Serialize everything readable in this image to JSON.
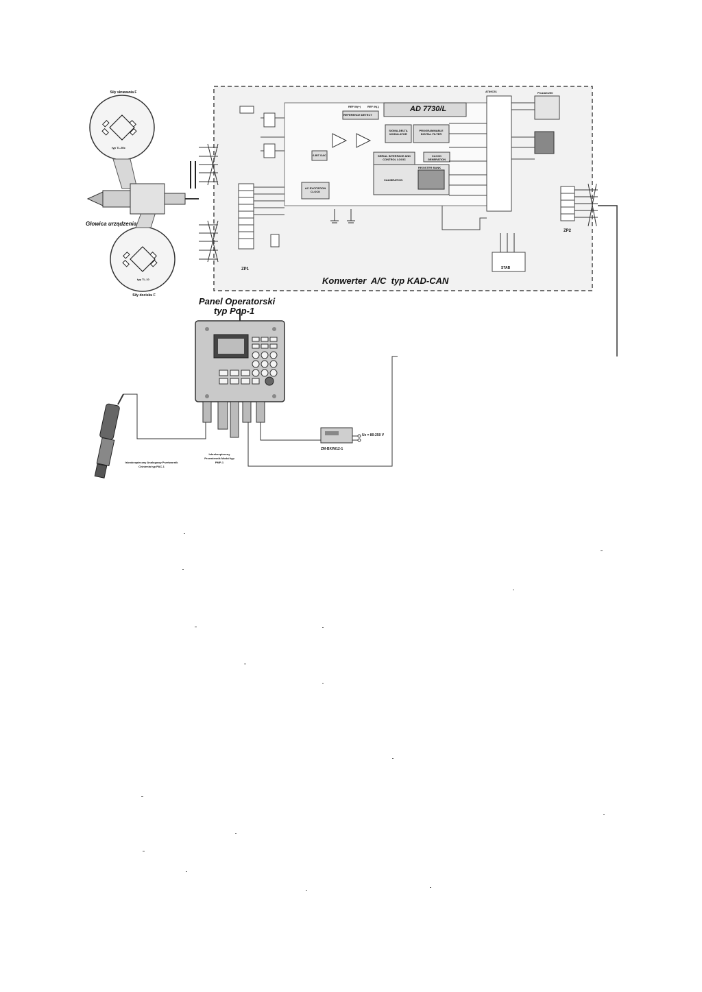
{
  "converter": {
    "title": "Konwerter  A/C  typ KAD-CAN",
    "chip_title": "AD 7730/L",
    "blocks": {
      "reference_detect": "REFERENCE DETECT",
      "modulator": "SIGMA-DELTA MODULATOR",
      "digital_filter": "PROGRAMMABLE DIGITAL FILTER",
      "serial_interface": "SERIAL INTERFACE AND CONTROL LOGIC",
      "clock_generation": "CLOCK GENERATION",
      "registers": "REGISTER BANK",
      "calibration": "CALIBRATION",
      "ac_excitation": "AC EXCITATION CLOCK",
      "dac": "6-BIT DAC",
      "ref_in_plus": "REF IN(+)",
      "ref_in_minus": "REF IN(-)"
    },
    "connector_zp1": "ZP1",
    "connector_zp2": "ZP2",
    "stab": "STAB",
    "power_block": "PCA82C250",
    "controller_block": "AT89C51"
  },
  "head": {
    "title": "Głowica urządzenia",
    "sensor_top_caption": "Siły skrawania F",
    "sensor_top_type": "typ TL-50c",
    "sensor_bottom_caption": "Siły docisku F",
    "sensor_bottom_type": "typ TL-10"
  },
  "panel": {
    "title_line1": "Panel Operatorski",
    "title_line2": "typ Pop-1",
    "module_caption": "Iskrobezpieczny Przemiennik Modul typ PMP-1",
    "power_unit": "ZM-BX/N/12-1",
    "power_supply_label": "Uz = 80-250 V",
    "transducer_caption": "Iskrobezpieczny Analogowy Przetwornik Ciśnienia typ PAC-1"
  },
  "icons": {
    "bridge_top": "wheatstone-bridge-icon",
    "bridge_bottom": "wheatstone-bridge-icon",
    "operator_panel": "operator-panel-device-icon",
    "pressure_transducer": "pressure-transducer-icon"
  }
}
